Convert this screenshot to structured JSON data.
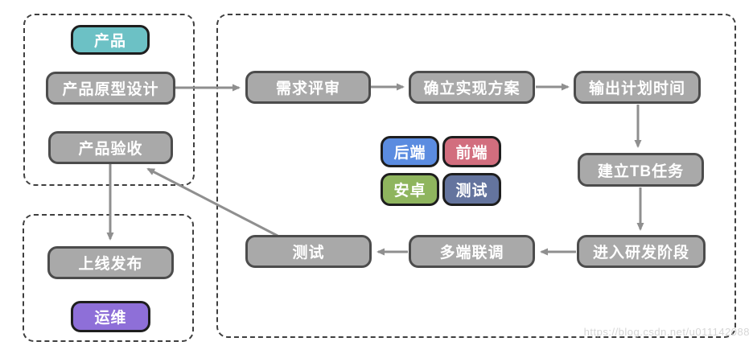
{
  "page": {
    "watermark": "https://blog.csdn.net/u011142088",
    "background": "#ffffff"
  },
  "colors": {
    "node_fill": "#a9a9a9",
    "node_border": "#4c4c4c",
    "group_border": "#3f3f3f",
    "arrow": "#8f8f8f",
    "badge_teal": "#6cc1c5",
    "badge_purple": "#8e6fd8",
    "badge_blue": "#5b8ce0",
    "badge_rose": "#d26e7e",
    "badge_green": "#8fb55e",
    "badge_slate": "#64749e",
    "text": "#ffffff"
  },
  "groups": {
    "product_lane": {
      "badge": "产品",
      "nodes": {
        "prototype": "产品原型设计",
        "acceptance": "产品验收"
      }
    },
    "dev_lane": {
      "nodes": {
        "requirement_review": "需求评审",
        "solution": "确立实现方案",
        "plan_time": "输出计划时间",
        "tb_task": "建立TB任务",
        "dev_phase": "进入研发阶段",
        "joint_debug": "多端联调",
        "testing": "测试"
      },
      "legend": {
        "backend": "后端",
        "frontend": "前端",
        "android": "安卓",
        "test": "测试"
      }
    },
    "release_lane": {
      "badge": "运维",
      "nodes": {
        "release": "上线发布"
      }
    }
  }
}
